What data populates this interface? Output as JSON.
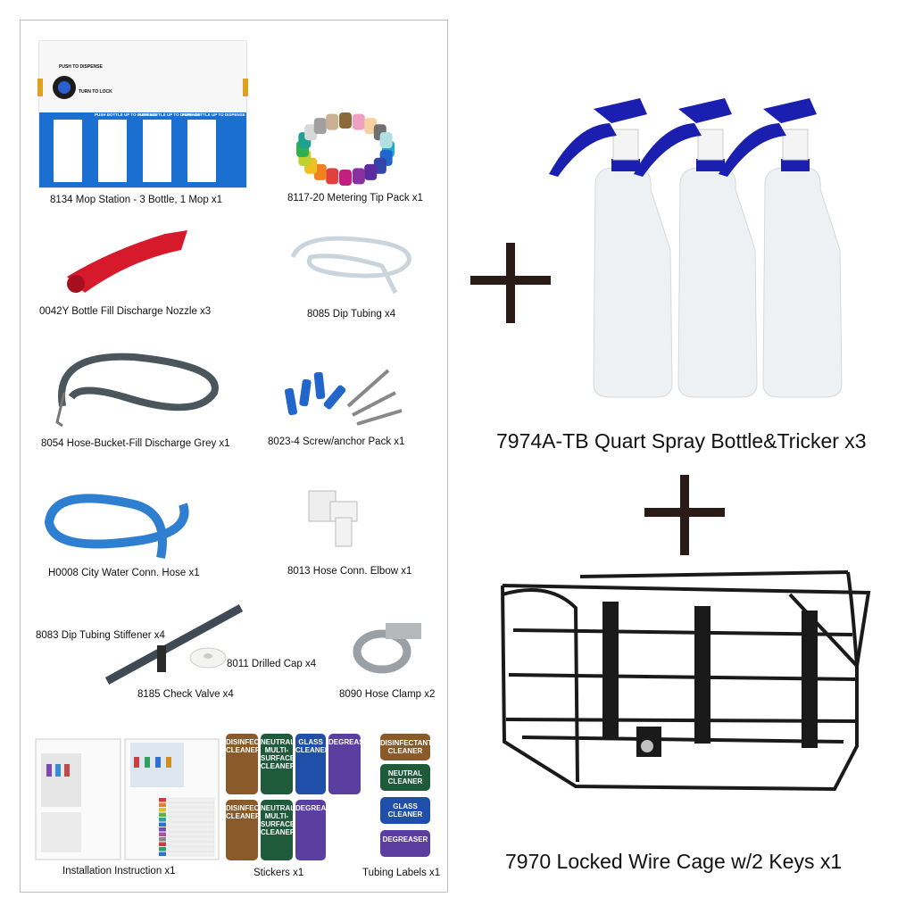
{
  "items": {
    "mop_station": "8134 Mop Station - 3 Bottle, 1 Mop x1",
    "metering_tip": "8117-20 Metering Tip Pack x1",
    "nozzle": "0042Y Bottle Fill Discharge Nozzle x3",
    "dip_tubing": "8085 Dip Tubing x4",
    "hose_bucket": "8054 Hose-Bucket-Fill Discharge Grey x1",
    "screw_anchor": "8023-4 Screw/anchor Pack x1",
    "city_water": "H0008 City Water Conn. Hose x1",
    "elbow": "8013 Hose Conn. Elbow x1",
    "stiffener": "8083 Dip Tubing Stiffener x4",
    "drilled_cap": "8011 Drilled Cap x4",
    "check_valve": "8185 Check Valve x4",
    "hose_clamp": "8090 Hose Clamp x2",
    "instructions": "Installation Instruction x1",
    "stickers": "Stickers x1",
    "tubing_labels": "Tubing Labels x1"
  },
  "station_text": {
    "push": "PUSH TO DISPENSE",
    "turn": "TURN TO LOCK",
    "slot": "PUSH BOTTLE UP TO DISPENSE"
  },
  "sticker_labels": {
    "disinfectant": "DISINFECTANT CLEANER",
    "neutral": "NEUTRAL MULTI-SURFACE CLEANER",
    "glass": "GLASS CLEANER",
    "degreaser": "DEGREASER"
  },
  "tag_labels": [
    "DISINFECTANT CLEANER",
    "NEUTRAL CLEANER",
    "GLASS CLEANER",
    "DEGREASER"
  ],
  "right": {
    "spray_bottles": "7974A-TB Quart Spray Bottle&Tricker x3",
    "wire_cage": "7970 Locked Wire Cage w/2 Keys x1"
  },
  "colors": {
    "station_blue": "#1a6fd0",
    "trigger_blue": "#1b1fb0",
    "nozzle_red": "#d6192b",
    "hose_grey": "#4a555c",
    "hose_blue": "#2f7fd0",
    "brown": "#8a5a2b",
    "green": "#1f5a3a",
    "blue": "#1f4fa8",
    "purple": "#5b3fa0"
  }
}
